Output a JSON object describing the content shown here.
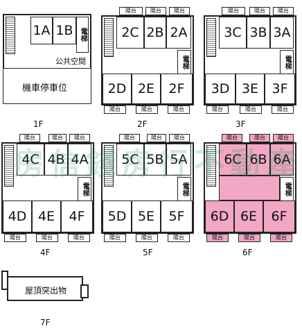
{
  "balcony_label": "陽台",
  "elevator_label": "電梯",
  "watermark": "房信錢房行不動產",
  "floors": {
    "f1": {
      "label": "1F",
      "units": [
        "1A",
        "1B"
      ],
      "public_space": "公共空間",
      "parking": "機車停車位"
    },
    "f2": {
      "label": "2F",
      "units_top": [
        "2C",
        "2B",
        "2A"
      ],
      "units_bottom": [
        "2D",
        "2E",
        "2F"
      ]
    },
    "f3": {
      "label": "3F",
      "units_top": [
        "3C",
        "3B",
        "3A"
      ],
      "units_bottom": [
        "3D",
        "3E",
        "3F"
      ]
    },
    "f4": {
      "label": "4F",
      "units_top": [
        "4C",
        "4B",
        "4A"
      ],
      "units_bottom": [
        "4D",
        "4E",
        "4F"
      ]
    },
    "f5": {
      "label": "5F",
      "units_top": [
        "5C",
        "5B",
        "5A"
      ],
      "units_bottom": [
        "5D",
        "5E",
        "5F"
      ]
    },
    "f6": {
      "label": "6F",
      "units_top": [
        "6C",
        "6B",
        "6A"
      ],
      "units_bottom": [
        "6D",
        "6E",
        "6F"
      ],
      "highlight_color": "#f2a7c4"
    },
    "f7": {
      "label": "7F",
      "rooftop": "屋頂突出物"
    }
  }
}
